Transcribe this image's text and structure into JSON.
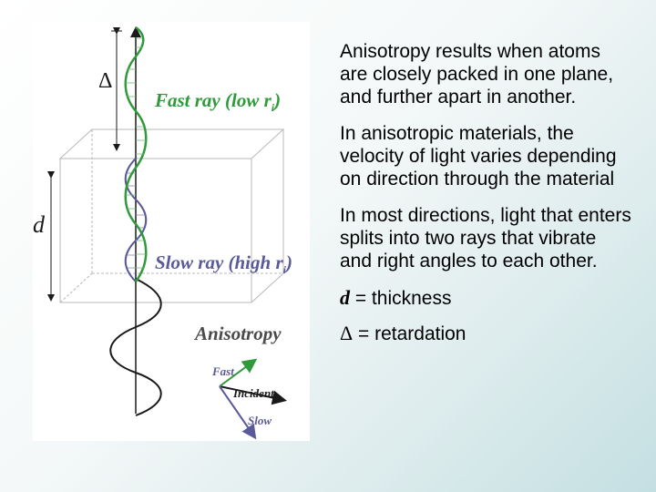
{
  "figure": {
    "delta_label": "Δ",
    "d_label": "d",
    "fast_ray_label": "Fast ray (low r",
    "fast_ray_sub": "i",
    "slow_ray_label": "Slow ray (high r",
    "slow_ray_sub": "i",
    "anisotropy_label": "Anisotropy",
    "fast_label": "Fast",
    "incident_label": "Incident",
    "slow_label": "Slow",
    "colors": {
      "fast": "#2e9a3a",
      "slow": "#5a5a9a",
      "incident": "#1a1a1a"
    }
  },
  "text": {
    "paragraphs": [
      "Anisotropy results when atoms are closely packed in one plane, and further apart in another.",
      "In anisotropic materials, the velocity of light varies depending on direction through the material",
      "In most directions, light that enters splits into two rays that vibrate and right angles to each other."
    ],
    "definitions": [
      {
        "symbol": "d",
        "text": " = thickness"
      },
      {
        "symbol": "Δ",
        "text": " = retardation"
      }
    ]
  }
}
